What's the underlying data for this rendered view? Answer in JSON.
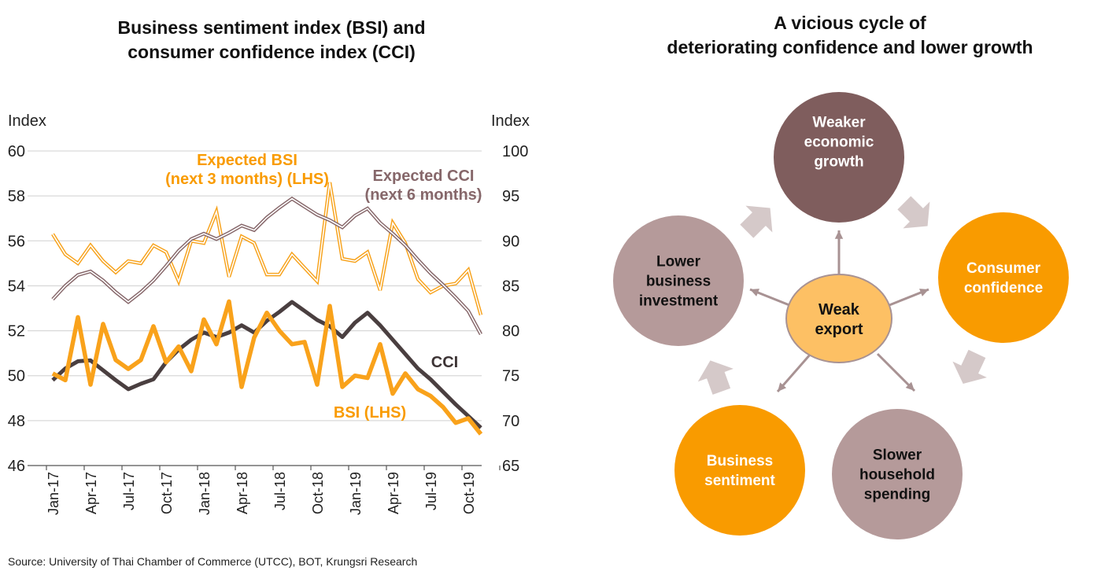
{
  "chart_data": {
    "type": "line",
    "title": "Business sentiment index (BSI) and consumer confidence index (CCI)",
    "title_lines": [
      "Business sentiment index (BSI) and",
      "consumer confidence index (CCI)"
    ],
    "ylabel_left": "Index",
    "ylabel_right": "Index",
    "ylim_left": [
      46,
      60
    ],
    "ylim_right": [
      65,
      100
    ],
    "yticks_left": [
      46,
      48,
      50,
      52,
      54,
      56,
      58,
      60
    ],
    "yticks_right": [
      65,
      70,
      75,
      80,
      85,
      90,
      95,
      100
    ],
    "grid": true,
    "x": [
      "Jan-17",
      "Feb-17",
      "Mar-17",
      "Apr-17",
      "May-17",
      "Jun-17",
      "Jul-17",
      "Aug-17",
      "Sep-17",
      "Oct-17",
      "Nov-17",
      "Dec-17",
      "Jan-18",
      "Feb-18",
      "Mar-18",
      "Apr-18",
      "May-18",
      "Jun-18",
      "Jul-18",
      "Aug-18",
      "Sep-18",
      "Oct-18",
      "Nov-18",
      "Dec-18",
      "Jan-19",
      "Feb-19",
      "Mar-19",
      "Apr-19",
      "May-19",
      "Jun-19",
      "Jul-19",
      "Aug-19",
      "Sep-19",
      "Oct-19",
      "Nov-19"
    ],
    "xtick_labels": [
      "Jan-17",
      "Apr-17",
      "Jul-17",
      "Oct-17",
      "Jan-18",
      "Apr-18",
      "Jul-18",
      "Oct-18",
      "Jan-19",
      "Apr-19",
      "Jul-19",
      "Oct-19"
    ],
    "series": [
      {
        "name": "Expected BSI (next 3 months) (LHS)",
        "label_lines": [
          "Expected BSI",
          "(next 3 months) (LHS)"
        ],
        "axis": "left",
        "style": "double",
        "color": "#f7a21b",
        "values": [
          56.3,
          55.4,
          55.0,
          55.8,
          55.1,
          54.6,
          55.1,
          55.0,
          55.8,
          55.5,
          54.2,
          56.0,
          55.9,
          57.3,
          54.4,
          56.2,
          55.9,
          54.5,
          54.5,
          55.4,
          54.8,
          54.2,
          58.6,
          55.2,
          55.1,
          55.5,
          53.8,
          56.8,
          55.9,
          54.3,
          53.7,
          54.0,
          54.1,
          54.7,
          52.7
        ]
      },
      {
        "name": "Expected CCI (next 6 months)",
        "label_lines": [
          "Expected CCI",
          "(next 6 months)"
        ],
        "axis": "right",
        "style": "double",
        "color": "#86676a",
        "values": [
          83.5,
          85.0,
          86.2,
          86.6,
          85.6,
          84.3,
          83.2,
          84.3,
          85.6,
          87.2,
          88.9,
          90.2,
          90.8,
          90.2,
          90.9,
          91.7,
          91.2,
          92.6,
          93.7,
          94.7,
          93.8,
          92.9,
          92.3,
          91.5,
          92.8,
          93.6,
          92.0,
          90.8,
          89.5,
          87.9,
          86.4,
          85.1,
          83.7,
          82.2,
          79.6
        ]
      },
      {
        "name": "CCI",
        "label_lines": [
          "CCI"
        ],
        "axis": "right",
        "style": "solid",
        "color": "#4a3f40",
        "values": [
          74.5,
          75.8,
          76.6,
          76.7,
          75.6,
          74.5,
          73.5,
          74.1,
          74.6,
          76.5,
          77.9,
          79.0,
          79.8,
          79.3,
          79.8,
          80.6,
          79.8,
          81.1,
          82.1,
          83.2,
          82.2,
          81.2,
          80.5,
          79.3,
          80.9,
          82.0,
          80.6,
          79.0,
          77.4,
          75.8,
          74.6,
          73.2,
          71.8,
          70.5,
          69.2
        ]
      },
      {
        "name": "BSI (LHS)",
        "label_lines": [
          "BSI (LHS)"
        ],
        "axis": "left",
        "style": "solid",
        "color": "#f9a21b",
        "values": [
          50.1,
          49.8,
          52.6,
          49.6,
          52.3,
          50.7,
          50.3,
          50.7,
          52.2,
          50.6,
          51.3,
          50.2,
          52.5,
          51.4,
          53.3,
          49.5,
          51.7,
          52.8,
          52.0,
          51.4,
          51.5,
          49.6,
          53.1,
          49.5,
          50.0,
          49.9,
          51.4,
          49.2,
          50.1,
          49.4,
          49.1,
          48.6,
          47.9,
          48.1,
          47.4
        ]
      }
    ]
  },
  "diagram": {
    "title_lines": [
      "A vicious cycle of",
      "deteriorating confidence and lower growth"
    ],
    "center": {
      "lines": [
        "Weak",
        "export"
      ],
      "fill": "#fdc064"
    },
    "nodes": [
      {
        "lines": [
          "Weaker",
          "economic",
          "growth"
        ],
        "fill": "#7f5d5d",
        "text_color": "#ffffff"
      },
      {
        "lines": [
          "Consumer",
          "confidence"
        ],
        "fill": "#f99b00",
        "text_color": "#ffffff"
      },
      {
        "lines": [
          "Slower",
          "household",
          "spending"
        ],
        "fill": "#b59a9a",
        "text_color": "#111111"
      },
      {
        "lines": [
          "Business",
          "sentiment"
        ],
        "fill": "#f99b00",
        "text_color": "#ffffff"
      },
      {
        "lines": [
          "Lower",
          "business",
          "investment"
        ],
        "fill": "#b59a9a",
        "text_color": "#111111"
      }
    ]
  },
  "source": "Source: University of Thai Chamber of Commerce (UTCC), BOT, Krungsri Research"
}
